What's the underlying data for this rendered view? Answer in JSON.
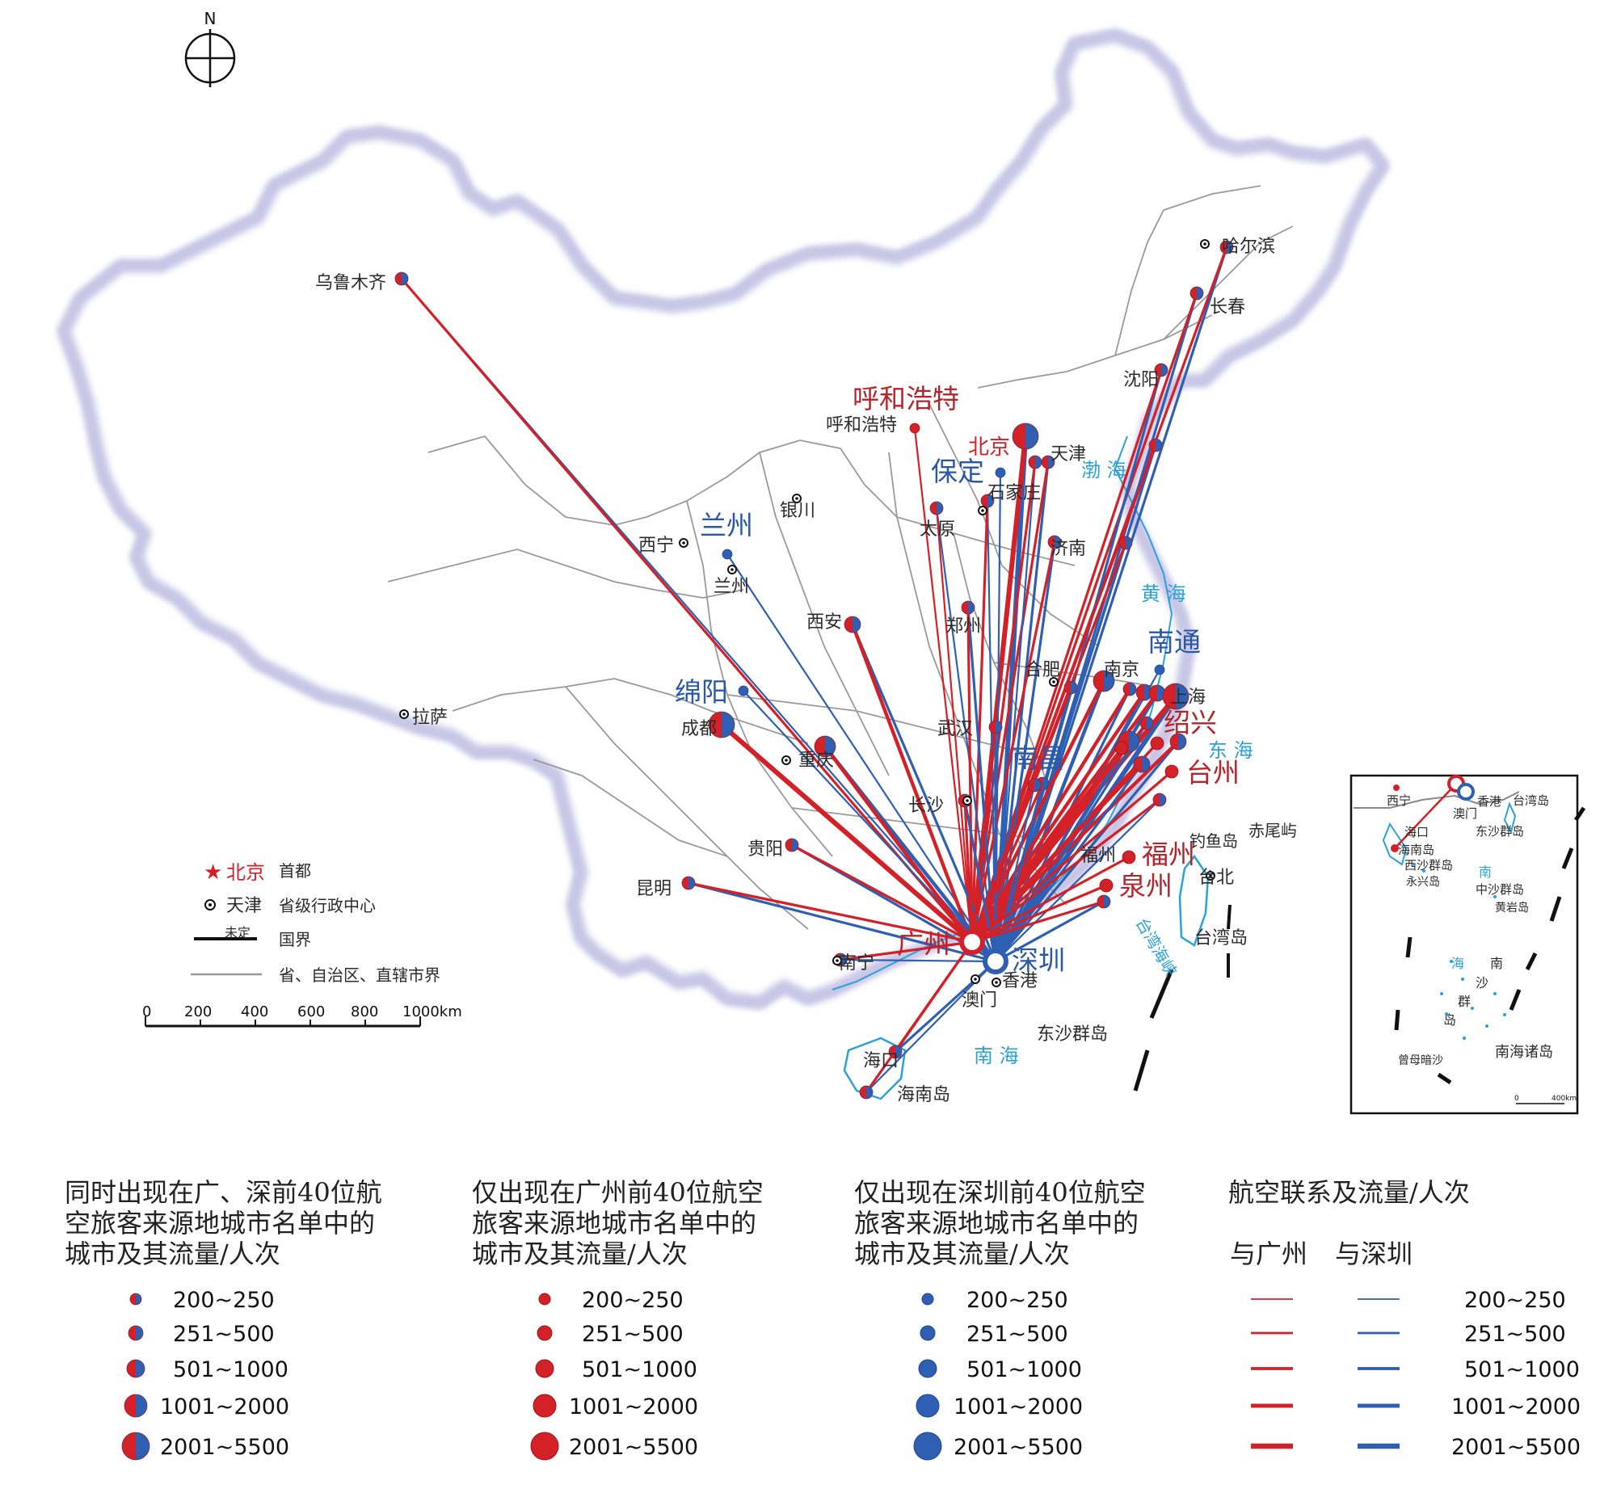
{
  "north_label": "N",
  "map_cities": {
    "urumqi": "乌鲁木齐",
    "harbin": "哈尔滨",
    "changchun": "长春",
    "shenyang": "沈阳",
    "hohhot_small": "呼和浩特",
    "hohhot_big": "呼和浩特",
    "beijing": "北京",
    "tianjin": "天津",
    "baoding": "保定",
    "shijiazhuang": "石家庄",
    "yinchuan": "银川",
    "xining": "西宁",
    "lanzhou_big": "兰州",
    "lanzhou_small": "兰州",
    "taiyuan": "太原",
    "jinan": "济南",
    "zhengzhou": "郑州",
    "xian": "西安",
    "nantong": "南通",
    "hefei": "合肥",
    "nanjing": "南京",
    "shanghai": "上海",
    "mianyang": "绵阳",
    "chengdu": "成都",
    "lhasa": "拉萨",
    "wuhan": "武汉",
    "shaoxing": "绍兴",
    "nanchang": "南昌",
    "taizhou": "台州",
    "chongqing": "重庆",
    "changsha": "长沙",
    "guiyang": "贵阳",
    "fuzhou_small": "福州",
    "fuzhou_big": "福州",
    "quanzhou": "泉州",
    "kunming": "昆明",
    "guangzhou": "广州",
    "shenzhen": "深圳",
    "nanning": "南宁",
    "hongkong": "香港",
    "macau": "澳门",
    "haikou": "海口",
    "taipei": "台北"
  },
  "map_geo": {
    "bohai": "渤  海",
    "huanghai": "黄  海",
    "donghai": "东  海",
    "nanhai": "南  海",
    "taiwan_strait": "台湾海峡",
    "taiwan_island": "台湾岛",
    "hainan_island": "海南岛",
    "dongsha": "东沙群岛",
    "diaoyu": "钓鱼岛",
    "chiwei": "赤尾屿"
  },
  "map_legend": {
    "capital_name": "北京",
    "capital_desc": "首都",
    "provincial_name": "天津",
    "provincial_desc": "省级行政中心",
    "border_name": "未定",
    "border_desc": "国界",
    "province_border_desc": "省、自治区、直辖市界",
    "scale_ticks": [
      "0",
      "200",
      "400",
      "600",
      "800",
      "1000km"
    ]
  },
  "inset": {
    "xining": "西宁",
    "hongkong": "香港",
    "macau": "澳门",
    "taiwan_island": "台湾岛",
    "haikou": "海口",
    "hainan_island": "海南岛",
    "dongsha": "东沙群岛",
    "xisha": "西沙群岛",
    "yongxing": "永兴岛",
    "zhongsha": "中沙群岛",
    "huangyan": "黄岩岛",
    "nansha_1": "南",
    "nansha_2": "沙",
    "nansha_3": "群",
    "nansha_4": "岛",
    "nanhai_1": "南",
    "nanhai_2": "海",
    "zengmu": "曾母暗沙",
    "south_islands": "南海诸岛",
    "scale_zero": "0",
    "scale_end": "400km"
  },
  "legend": {
    "both_title": [
      "同时出现在广、深前40位航",
      "空旅客来源地城市名单中的",
      "城市及其流量/人次"
    ],
    "gz_title": [
      "仅出现在广州前40位航空",
      "旅客来源地城市名单中的",
      "城市及其流量/人次"
    ],
    "sz_title": [
      "仅出现在深圳前40位航空",
      "旅客来源地城市名单中的",
      "城市及其流量/人次"
    ],
    "link_title": "航空联系及流量/人次",
    "link_gz": "与广州",
    "link_sz": "与深圳",
    "classes": [
      "200~250",
      "251~500",
      "501~1000",
      "1001~2000",
      "2001~5500"
    ]
  },
  "colors": {
    "guangzhou_red": "#d42027",
    "shenzhen_blue": "#2f5fb3",
    "city_label_dark": "#2b2b2b",
    "big_red_label": "#b3252b",
    "big_blue_label": "#2a58a6",
    "sea_label": "#2aa2d9",
    "border_glow": "#c9c6e6",
    "province_border": "#9a9a9a"
  }
}
